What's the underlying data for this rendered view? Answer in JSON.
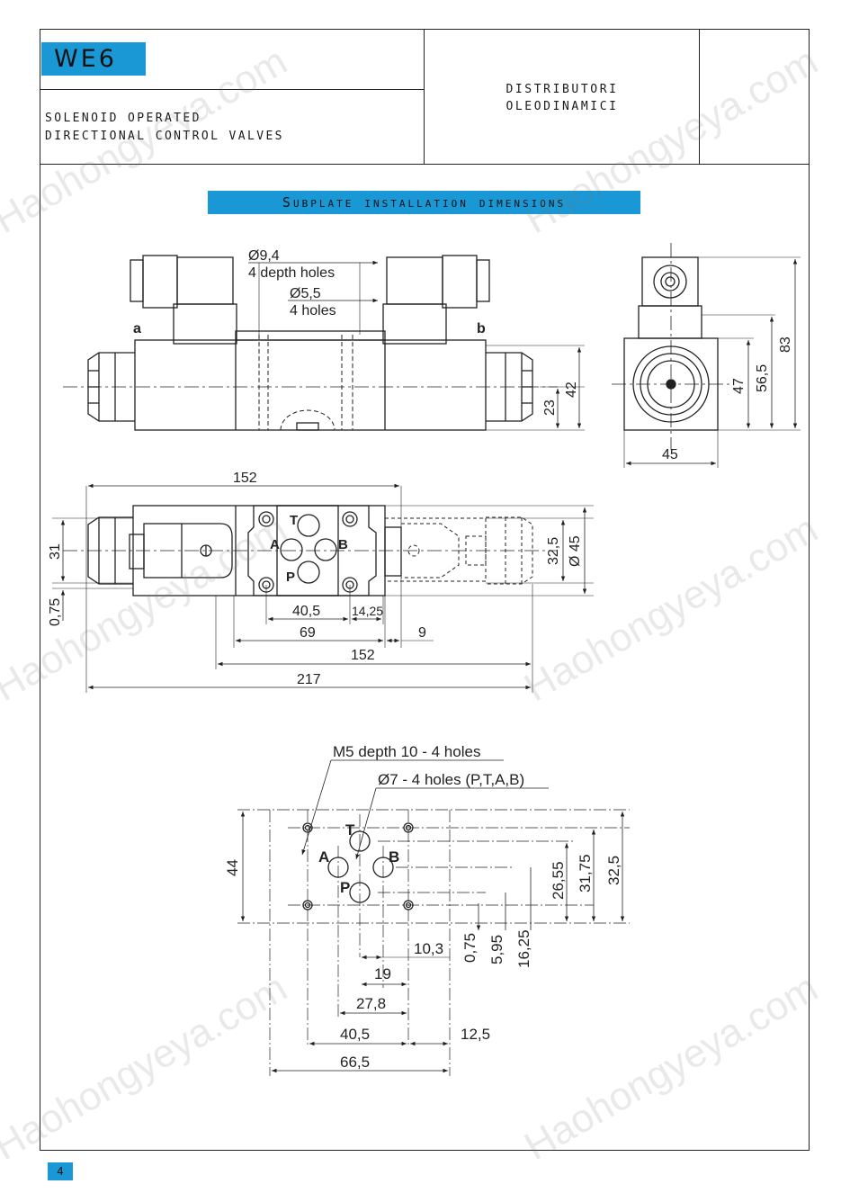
{
  "header": {
    "model": "WE6",
    "subtitle_en_line1": "SOLENOID OPERATED",
    "subtitle_en_line2": "DIRECTIONAL CONTROL VALVES",
    "subtitle_it_line1": "DISTRIBUTORI",
    "subtitle_it_line2": "OLEODINAMICI"
  },
  "section_title": "Subplate installation dimensions",
  "page_number": "4",
  "watermark": "Haohongyeya.com",
  "front_view": {
    "note_hole_dia": "Ø9,4",
    "note_hole_depth": "4 depth holes",
    "note_small_dia": "Ø5,5",
    "note_small_holes": "4 holes",
    "label_a": "a",
    "label_b": "b",
    "dim_23": "23",
    "dim_42": "42"
  },
  "side_view": {
    "dim_45": "45",
    "dim_47": "47",
    "dim_56_5": "56,5",
    "dim_83": "83"
  },
  "top_view": {
    "dim_152_top": "152",
    "dim_31": "31",
    "dim_0_75": "0,75",
    "dim_32_5": "32,5",
    "dim_dia45": "Ø 45",
    "dim_40_5": "40,5",
    "dim_14_25": "14,25",
    "dim_69": "69",
    "dim_9": "9",
    "dim_152_bottom": "152",
    "dim_217": "217",
    "port_t": "T",
    "port_a": "A",
    "port_b": "B",
    "port_p": "P"
  },
  "subplate": {
    "note_m5": "M5 depth 10 - 4 holes",
    "note_dia7": "Ø7 - 4 holes (P,T,A,B)",
    "dim_44": "44",
    "dim_26_55": "26,55",
    "dim_31_75": "31,75",
    "dim_32_5": "32,5",
    "dim_0_75": "0,75",
    "dim_5_95": "5,95",
    "dim_16_25": "16,25",
    "dim_10_3": "10,3",
    "dim_19": "19",
    "dim_27_8": "27,8",
    "dim_40_5": "40,5",
    "dim_12_5": "12,5",
    "dim_66_5": "66,5",
    "port_t": "T",
    "port_a": "A",
    "port_b": "B",
    "port_p": "P"
  }
}
